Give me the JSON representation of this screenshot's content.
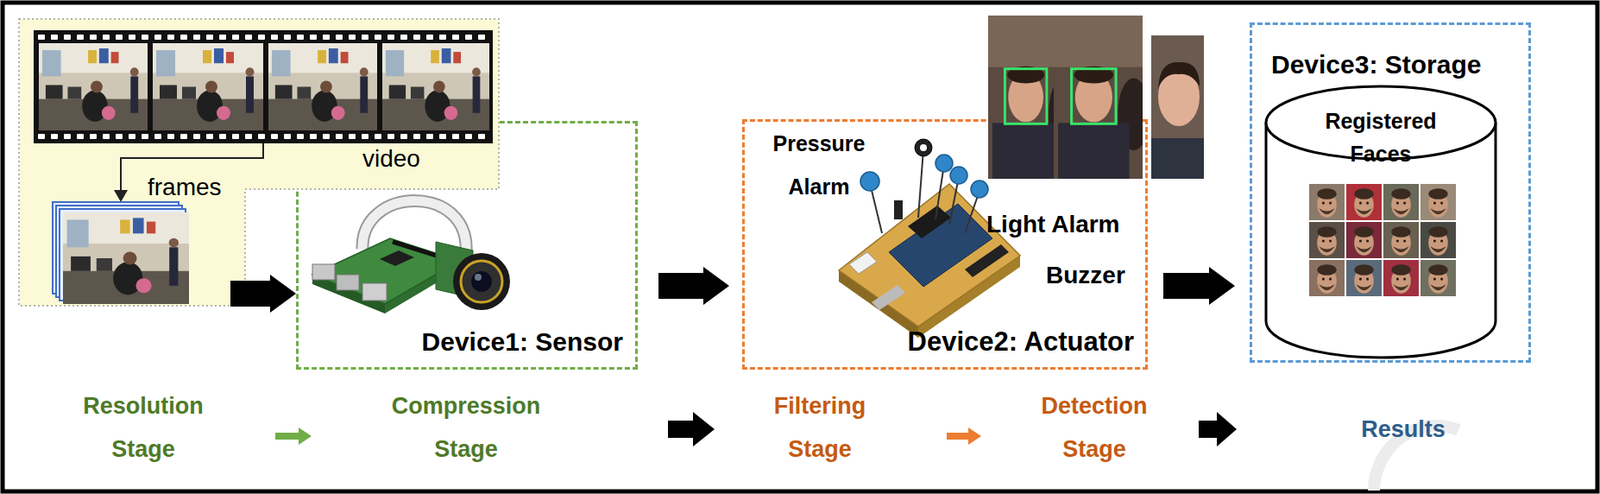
{
  "diagram": {
    "nodes": [
      {
        "text": [
          "video"
        ]
      },
      {
        "text": [
          "frames"
        ],
        "in": 0
      },
      {
        "text": [
          "Device1: Sensor"
        ]
      },
      {
        "text": [
          "Device2: Actuator"
        ]
      },
      {
        "text": [
          "Device3: Storage"
        ]
      },
      {
        "text": [
          "Registered Faces"
        ],
        "in": 4
      }
    ],
    "edges": [
      {
        "from": 1,
        "to": 2,
        "arrow": "to"
      },
      {
        "from": 2,
        "to": 3,
        "arrow": "to"
      },
      {
        "from": 3,
        "to": 4,
        "arrow": "to"
      }
    ],
    "labels": [
      "Pressure Alarm",
      "Light Alarm",
      "Buzzer",
      "Resolution Stage",
      "Compression Stage",
      "Filtering Stage",
      "Detection Stage",
      "Results"
    ]
  }
}
